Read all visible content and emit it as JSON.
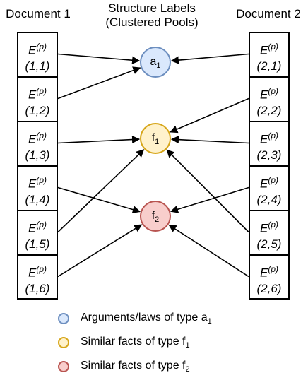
{
  "headers": {
    "doc1": "Document 1",
    "doc2": "Document 2",
    "center_line1": "Structure Labels",
    "center_line2": "(Clustered Pools)"
  },
  "cell_symbol": "E",
  "cell_superscript": "(p)",
  "doc1_cells": [
    "(1,1)",
    "(1,2)",
    "(1,3)",
    "(1,4)",
    "(1,5)",
    "(1,6)"
  ],
  "doc2_cells": [
    "(2,1)",
    "(2,2)",
    "(2,3)",
    "(2,4)",
    "(2,5)",
    "(2,6)"
  ],
  "nodes": {
    "a1": {
      "base": "a",
      "sub": "1",
      "fill": "#dae8fc",
      "stroke": "#6c8ebf"
    },
    "f1": {
      "base": "f",
      "sub": "1",
      "fill": "#fff2cc",
      "stroke": "#d6a517"
    },
    "f2": {
      "base": "f",
      "sub": "2",
      "fill": "#f8cecc",
      "stroke": "#b85450"
    }
  },
  "edges": [
    {
      "from": "(1,1)",
      "to": "a1"
    },
    {
      "from": "(1,2)",
      "to": "a1"
    },
    {
      "from": "(1,3)",
      "to": "f1"
    },
    {
      "from": "(1,4)",
      "to": "f2"
    },
    {
      "from": "(1,5)",
      "to": "f1"
    },
    {
      "from": "(1,6)",
      "to": "f2"
    },
    {
      "from": "(2,1)",
      "to": "a1"
    },
    {
      "from": "(2,2)",
      "to": "f1"
    },
    {
      "from": "(2,3)",
      "to": "f1"
    },
    {
      "from": "(2,4)",
      "to": "f2"
    },
    {
      "from": "(2,5)",
      "to": "f1"
    },
    {
      "from": "(2,6)",
      "to": "f2"
    }
  ],
  "legend": [
    {
      "text": "Arguments/laws of type a",
      "sub": "1",
      "color": "#dae8fc"
    },
    {
      "text": "Similar facts of type f",
      "sub": "1",
      "color": "#fff2cc"
    },
    {
      "text": "Similar facts of type f",
      "sub": "2",
      "color": "#f8cecc"
    }
  ]
}
